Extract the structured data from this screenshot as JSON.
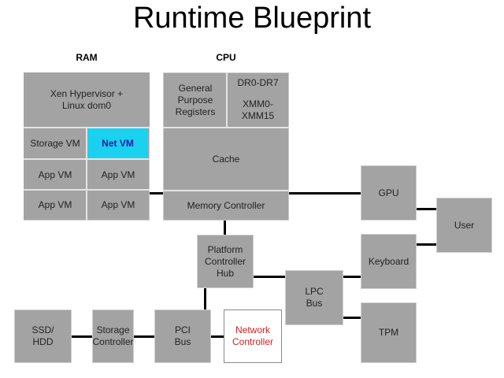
{
  "title": "Runtime Blueprint",
  "sections": {
    "ram": "RAM",
    "cpu": "CPU"
  },
  "ram": {
    "hypervisor": "Xen Hypervisor +\nLinux dom0",
    "storage_vm": "Storage VM",
    "net_vm": "Net VM",
    "app_vm": "App VM"
  },
  "cpu": {
    "gpr": "General\nPurpose\nRegisters",
    "dr": "DR0-DR7",
    "xmm": "XMM0-\nXMM15",
    "cache": "Cache",
    "memory_controller": "Memory Controller"
  },
  "components": {
    "pch": "Platform\nController\nHub",
    "lpc_bus": "LPC\nBus",
    "gpu": "GPU",
    "keyboard": "Keyboard",
    "tpm": "TPM",
    "user": "User",
    "ssd": "SSD/\nHDD",
    "storage_controller": "Storage\nController",
    "pci_bus": "PCI\nBus",
    "network_controller": "Network\nController"
  },
  "colors": {
    "box_gray": "#a3a3a3",
    "net_vm_highlight": "#1ad2ef",
    "net_vm_text": "#1a1aa8",
    "network_controller_text": "#d42020"
  }
}
